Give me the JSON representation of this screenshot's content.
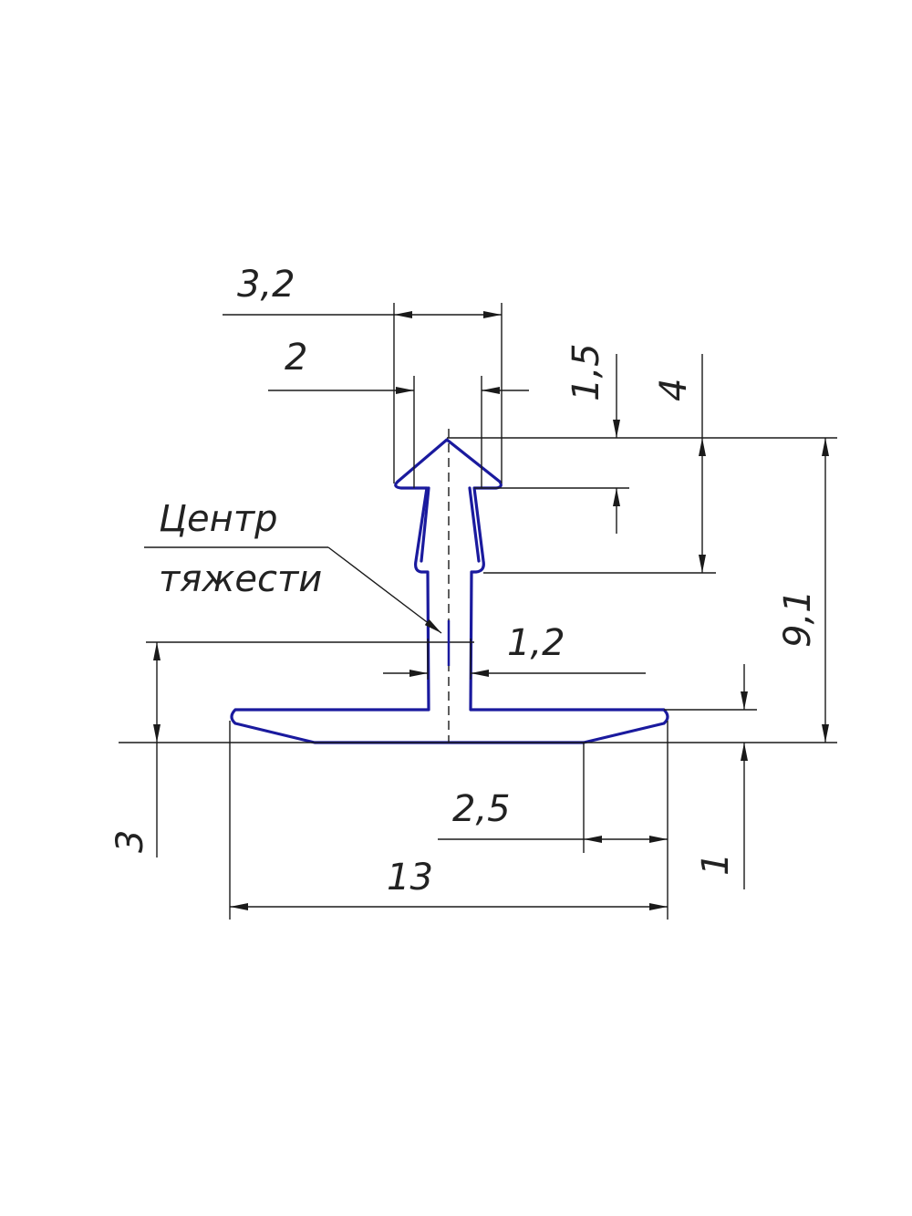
{
  "drawing": {
    "dimensions": {
      "top_width_outer": "3,2",
      "top_width_inner": "2",
      "head_height": "1,5",
      "upper_part_height": "4",
      "stem_width": "1,2",
      "total_height": "9,1",
      "base_left_height": "3",
      "chamfer_width": "2,5",
      "base_width": "13",
      "base_thickness": "1"
    },
    "labels": {
      "center_line1": "Центр",
      "center_line2": "тяжести"
    },
    "colors": {
      "profile": "#1a1a9e",
      "lines": "#1a1a1a"
    }
  }
}
